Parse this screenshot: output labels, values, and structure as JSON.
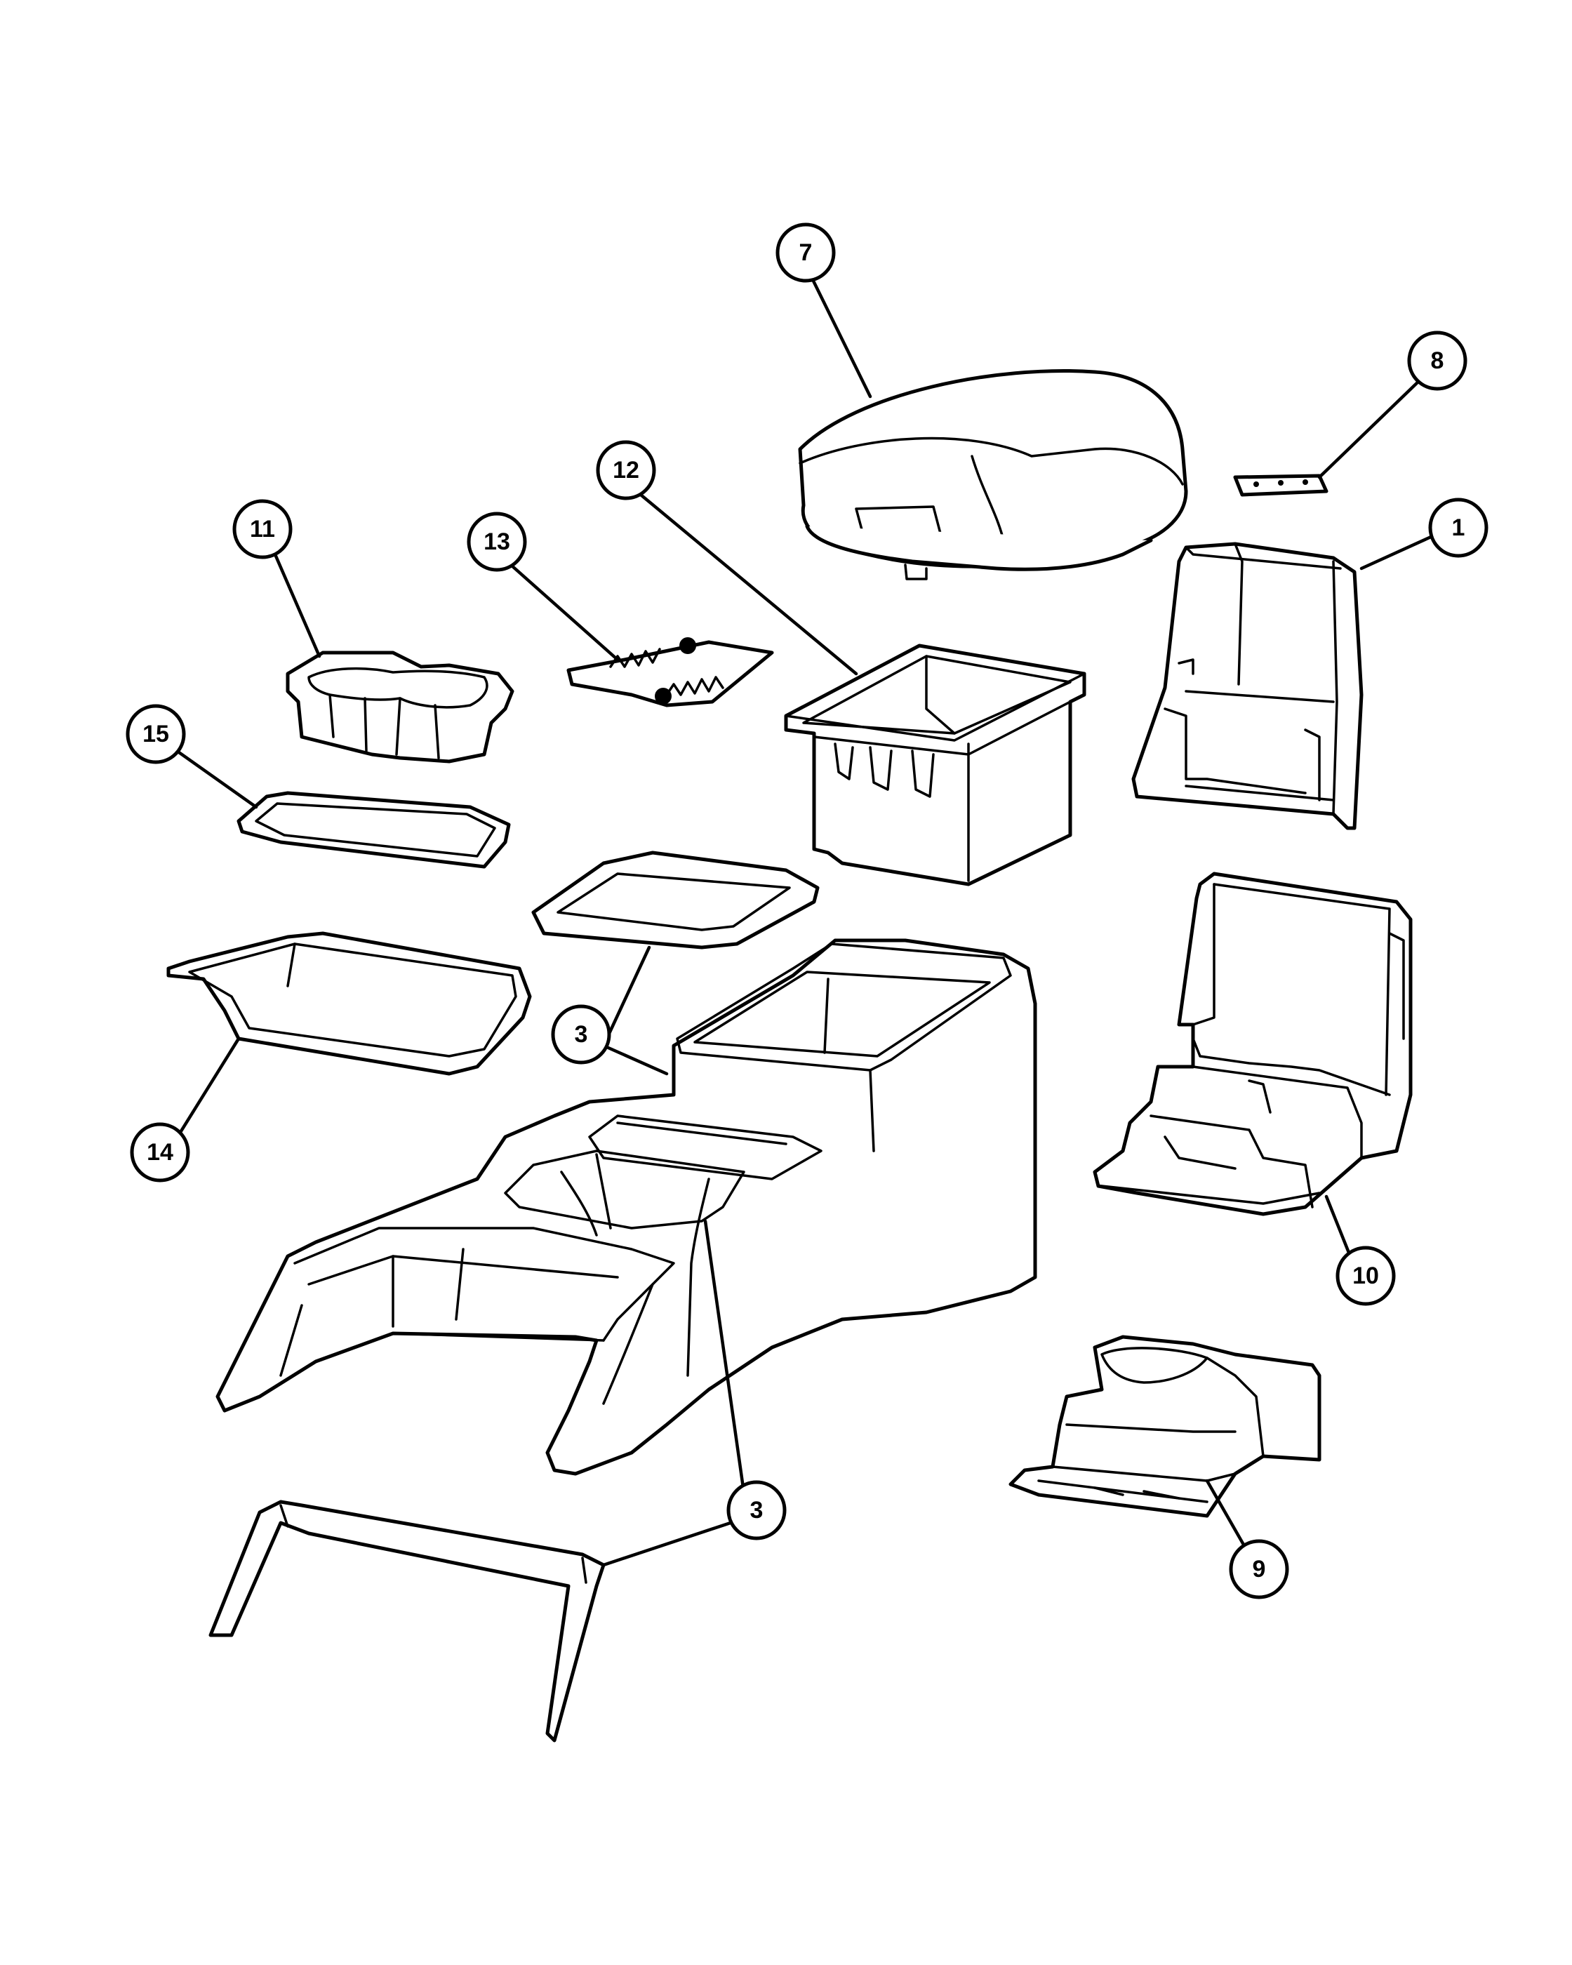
{
  "callouts": [
    {
      "id": "c7",
      "label": "7",
      "part": "armrest-lid"
    },
    {
      "id": "c8",
      "label": "8",
      "part": "hinge"
    },
    {
      "id": "c12",
      "label": "12",
      "part": "storage-bin"
    },
    {
      "id": "c1",
      "label": "1",
      "part": "rear-console-bracket"
    },
    {
      "id": "c11",
      "label": "11",
      "part": "cup-holder"
    },
    {
      "id": "c13",
      "label": "13",
      "part": "bin-mat"
    },
    {
      "id": "c15",
      "label": "15",
      "part": "shallow-tray"
    },
    {
      "id": "c3a",
      "label": "3",
      "part": "console-body"
    },
    {
      "id": "c14",
      "label": "14",
      "part": "deep-tray"
    },
    {
      "id": "c10",
      "label": "10",
      "part": "console-base"
    },
    {
      "id": "c3b",
      "label": "3",
      "part": "console-body"
    },
    {
      "id": "c9",
      "label": "9",
      "part": "rear-cup-holder"
    }
  ],
  "colors": {
    "line": "#000000",
    "fill": "#ffffff"
  }
}
